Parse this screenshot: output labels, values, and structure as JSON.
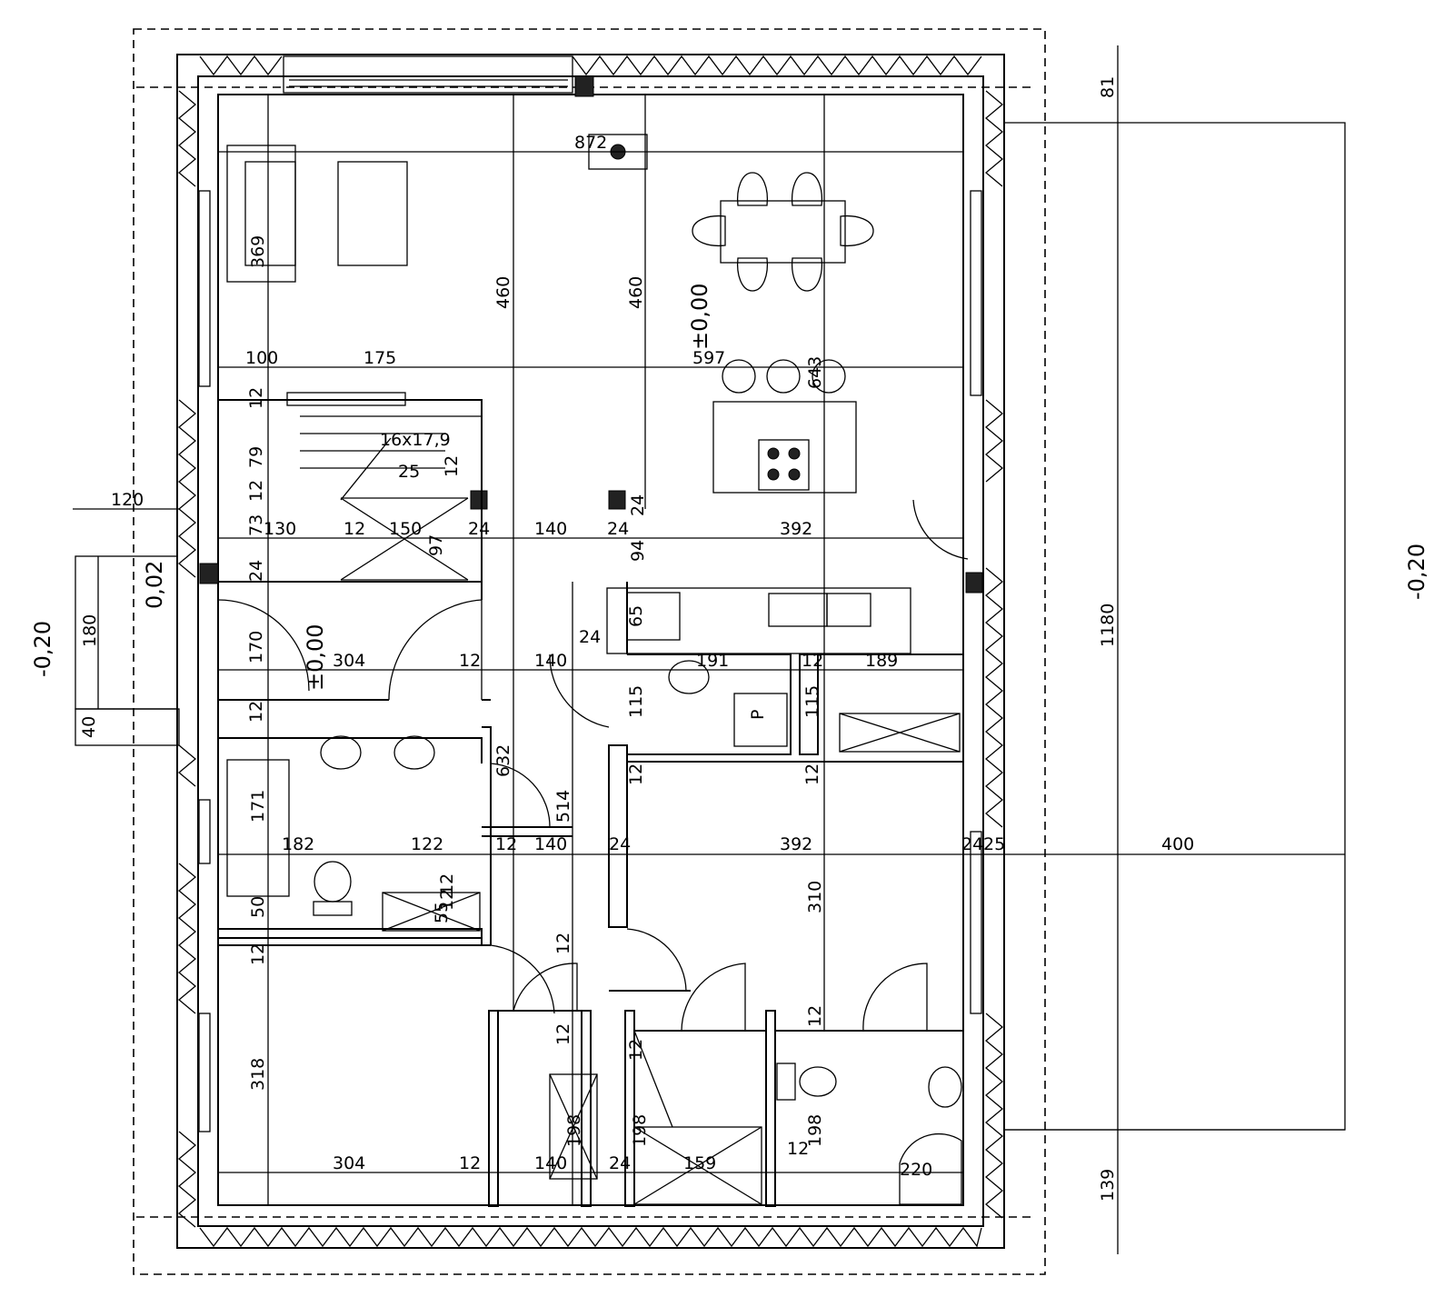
{
  "dimensions": {
    "top_area": [
      "872",
      "369",
      "460",
      "460",
      "597",
      "643"
    ],
    "row_100": [
      "100",
      "175"
    ],
    "stairs": [
      "16x17,9",
      "25",
      "12",
      "79",
      "12",
      "73",
      "24",
      "12",
      "24",
      "94"
    ],
    "row_130": [
      "130",
      "12",
      "150",
      "97",
      "24",
      "140",
      "24",
      "392"
    ],
    "left_ext": [
      "120",
      "180",
      "40"
    ],
    "row_304": [
      "170",
      "304",
      "12",
      "140",
      "24",
      "191",
      "12",
      "189",
      "65",
      "115",
      "115",
      "12"
    ],
    "mid": [
      "12",
      "632",
      "514",
      "171",
      "12",
      "12"
    ],
    "row_182": [
      "182",
      "122",
      "12",
      "140",
      "24",
      "392",
      "24",
      "25",
      "400"
    ],
    "lower": [
      "50",
      "12",
      "55",
      "12",
      "310",
      "318",
      "12",
      "12",
      "12",
      "198",
      "198",
      "198",
      "12",
      "12",
      "220"
    ],
    "bottom_row": [
      "304",
      "12",
      "140",
      "24",
      "159"
    ],
    "right_side": [
      "81",
      "1180",
      "139"
    ]
  },
  "levels": {
    "living": "±0,00",
    "entrance": "±0,00",
    "step": "0,02",
    "outside_left": "-0,20",
    "outside_right": "-0,20"
  },
  "fixtures": {
    "pantry_label": "P"
  }
}
